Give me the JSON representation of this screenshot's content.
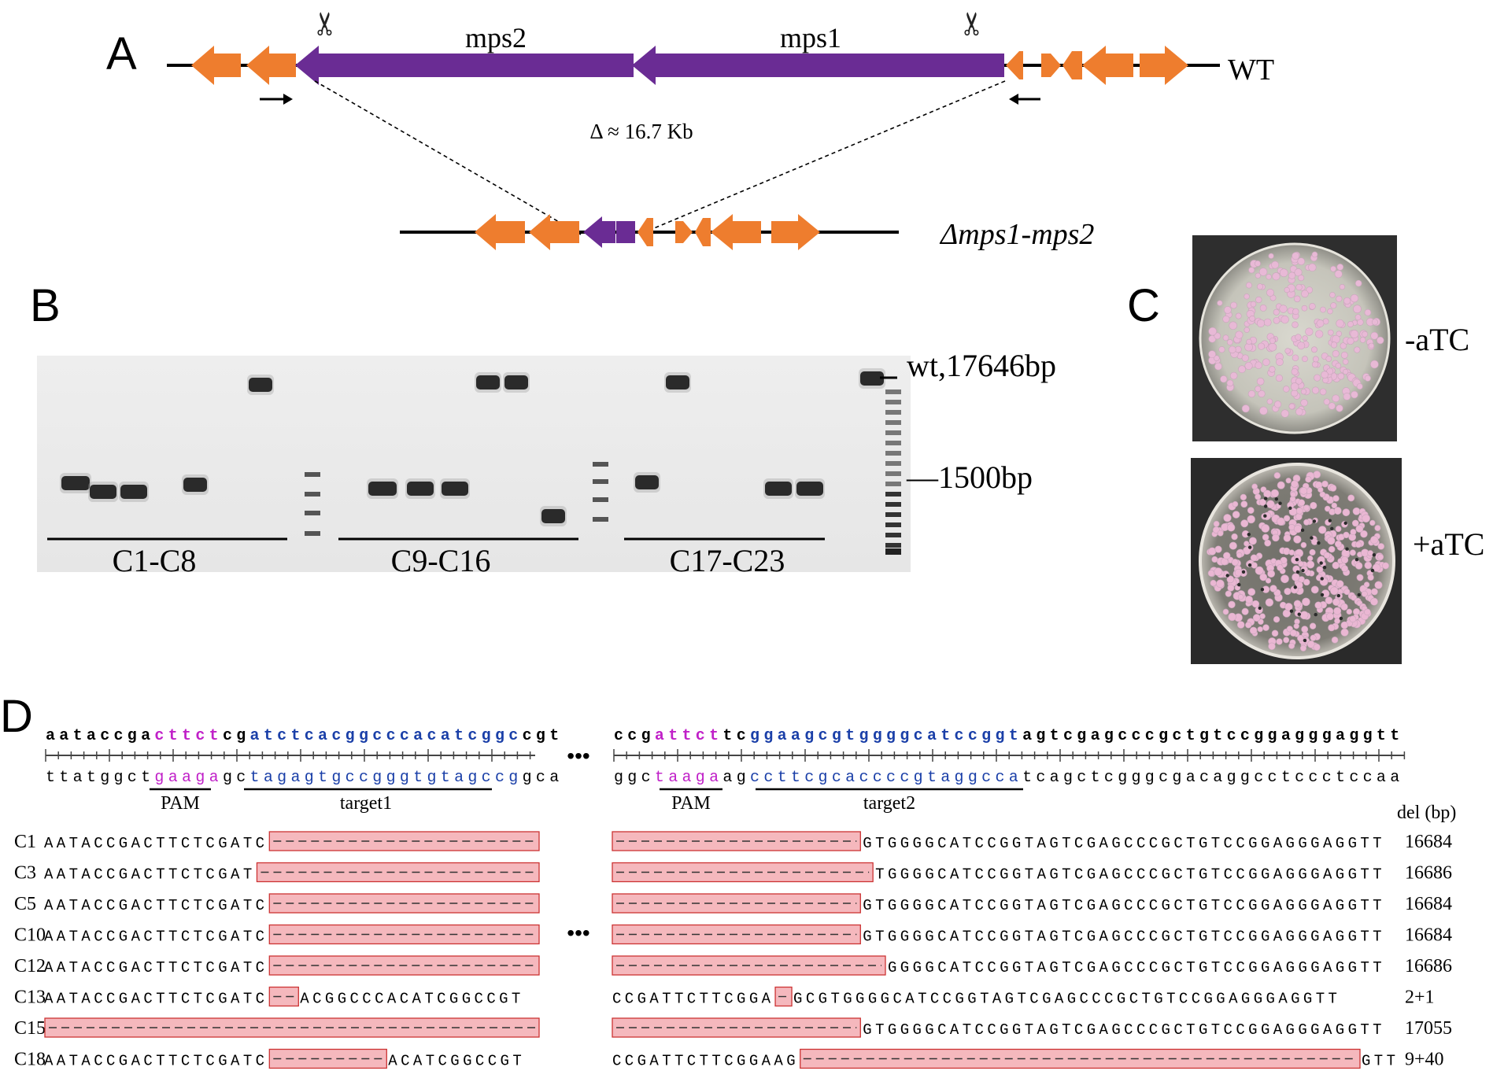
{
  "panels": {
    "a": "A",
    "b": "B",
    "c": "C",
    "d": "D"
  },
  "panel_a": {
    "gene_mps2": "mps2",
    "gene_mps1": "mps1",
    "wt_label": "WT",
    "deletion_size": "Δ ≈ 16.7 Kb",
    "mutant_label": "Δmps1-mps2",
    "scissors": "✂",
    "colors": {
      "flank_gene": "#ee7d2e",
      "target_gene": "#6a2c94"
    }
  },
  "panel_b": {
    "wt_marker": "wt,17646bp",
    "ladder_marker": "—1500bp",
    "group_labels": [
      "C1-C8",
      "C9-C16",
      "C17-C23"
    ]
  },
  "panel_c": {
    "minus_label": "-aTC",
    "plus_label": "+aTC"
  },
  "panel_d": {
    "ellipsis": "•••",
    "top_left": "aataccgacttctcgatctcacggcccacatcggccgt",
    "top_left_parts": {
      "pre": "aataccga",
      "pam": "cttct",
      "mid": "cg",
      "target": "atctcacggcccacatcggc",
      "post": "cgt"
    },
    "bottom_left_parts": {
      "pre": "ttatggct",
      "pam": "gaaga",
      "mid": "gc",
      "target": "tagagtgccgggtgtagccg",
      "post": "gca"
    },
    "top_right_parts": {
      "pre": "ccg",
      "pam": "attct",
      "mid": "tc",
      "target": "ggaagcgtggggcatccggt",
      "post": "agtcgagcccgctgtccggagggaggtt"
    },
    "bottom_right_parts": {
      "pre": "ggc",
      "pam": "taaga",
      "mid": "ag",
      "target": "ccttcgcaccccgtaggcca",
      "post": "tcagctcgggcgacaggcctccctccaa"
    },
    "pam_label": "PAM",
    "target1_label": "target1",
    "target2_label": "target2",
    "del_header": "del (bp)",
    "clones": [
      {
        "name": "C1",
        "left": "AATACCGACTTCTCGATC",
        "right": "GTGGGGCATCCGGTAGTCGAGCCCGCTGTCCGGAGGGAGGTT",
        "del": "16684"
      },
      {
        "name": "C3",
        "left": "AATACCGACTTCTCGAT",
        "right": "TGGGGCATCCGGTAGTCGAGCCCGCTGTCCGGAGGGAGGTT",
        "del": "16686"
      },
      {
        "name": "C5",
        "left": "AATACCGACTTCTCGATC",
        "right": "GTGGGGCATCCGGTAGTCGAGCCCGCTGTCCGGAGGGAGGTT",
        "del": "16684"
      },
      {
        "name": "C10",
        "left": "AATACCGACTTCTCGATC",
        "right": "GTGGGGCATCCGGTAGTCGAGCCCGCTGTCCGGAGGGAGGTT",
        "del": "16684"
      },
      {
        "name": "C12",
        "left": "AATACCGACTTCTCGATC",
        "right": "GGGGCATCCGGTAGTCGAGCCCGCTGTCCGGAGGGAGGTT",
        "del": "16686"
      },
      {
        "name": "C13",
        "left": "AATACCGACTTCTCGATC",
        "left_after": "ACGGCCCACATCGGCCGT",
        "right_before": "CCGATTCTTCGGA",
        "right": "GCGTGGGGCATCCGGTAGTCGAGCCCGCTGTCCGGAGGGAGGTT",
        "del": "2+1"
      },
      {
        "name": "C15",
        "left": "",
        "right": "GTGGGGCATCCGGTAGTCGAGCCCGCTGTCCGGAGGGAGGTT",
        "del": "17055"
      },
      {
        "name": "C18",
        "left": "AATACCGACTTCTCGATC",
        "left_after": "ACATCGGCCGT",
        "right_before": "CCGATTCTTCGGAAG",
        "right": "GTT",
        "del": "9+40"
      }
    ]
  }
}
